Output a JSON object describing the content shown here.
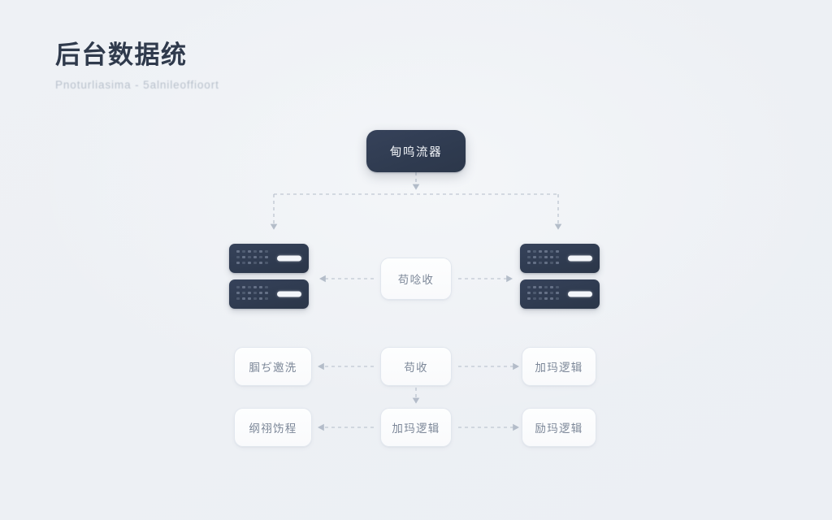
{
  "header": {
    "title": "后台数据统",
    "subtitle": "Pnoturliasima - 5alnileoffioort"
  },
  "colors": {
    "background": "#eef1f5",
    "node_dark": "#2f3b50",
    "node_dark_text": "#f2f5f9",
    "card_background": "#fbfcfe",
    "card_border": "#e2e7ee",
    "card_text": "#7c8798",
    "connector": "#aab4c2",
    "title_text": "#2f3a4c",
    "subtitle_text": "#b3bcc8"
  },
  "diagram": {
    "type": "flowchart",
    "orientation": "top-down",
    "root": {
      "label": "甸呜流器",
      "style": "dark-pill",
      "icon": "load-balancer-node"
    },
    "server_groups": [
      {
        "side": "left",
        "icon": "server-rack-icon",
        "units": 2
      },
      {
        "side": "right",
        "icon": "server-rack-icon",
        "units": 2
      }
    ],
    "hub": {
      "label": "苟唸收",
      "style": "white-card"
    },
    "rows": [
      {
        "row": 3,
        "cards": [
          {
            "label": "腘ぢ邀洗",
            "position": "left"
          },
          {
            "label": "苟收",
            "position": "center"
          },
          {
            "label": "加玛逻辑",
            "position": "right"
          }
        ]
      },
      {
        "row": 4,
        "cards": [
          {
            "label": "纲祤饬程",
            "position": "left"
          },
          {
            "label": "加玛逻辑",
            "position": "center"
          },
          {
            "label": "励玛逻辑",
            "position": "right"
          }
        ]
      }
    ],
    "connectors": [
      {
        "from": "root",
        "to": "branch-bus",
        "style": "dashed-arrow",
        "direction": "down"
      },
      {
        "from": "branch-bus",
        "to": "server-left",
        "style": "dashed-arrow",
        "direction": "down"
      },
      {
        "from": "branch-bus",
        "to": "server-right",
        "style": "dashed-arrow",
        "direction": "down"
      },
      {
        "from": "hub",
        "to": "server-left",
        "style": "dashed-arrow",
        "direction": "left"
      },
      {
        "from": "hub",
        "to": "server-right",
        "style": "dashed-arrow",
        "direction": "right"
      },
      {
        "from": "row3-center",
        "to": "row3-left",
        "style": "dashed-arrow",
        "direction": "left"
      },
      {
        "from": "row3-center",
        "to": "row3-right",
        "style": "dashed-arrow",
        "direction": "right"
      },
      {
        "from": "row3-center",
        "to": "row4-center",
        "style": "dashed-arrow",
        "direction": "down"
      },
      {
        "from": "row4-center",
        "to": "row4-left",
        "style": "dashed-arrow",
        "direction": "left"
      },
      {
        "from": "row4-center",
        "to": "row4-right",
        "style": "dashed-arrow",
        "direction": "right"
      }
    ]
  }
}
